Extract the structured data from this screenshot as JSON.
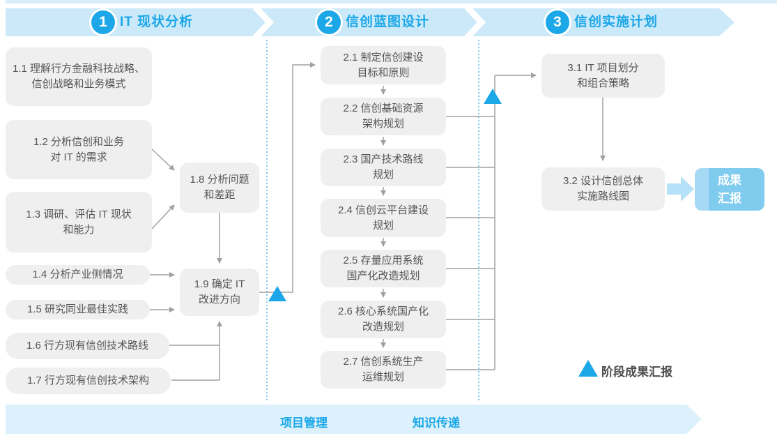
{
  "colors": {
    "accent_blue": "#1BA7E8",
    "header_bar_blue": "#CBE9F8",
    "footer_bar_blue": "#DCF1FB",
    "box_gray": "#EFEFEF",
    "box_text_gray": "#555555",
    "connector_gray": "#9FA0A0",
    "result_box_blue": "#7FCCEF",
    "result_arrow_blue": "#B5E2F8"
  },
  "phases": [
    {
      "number": "1",
      "title": "IT 现状分析"
    },
    {
      "number": "2",
      "title": "信创蓝图设计"
    },
    {
      "number": "3",
      "title": "信创实施计划"
    }
  ],
  "steps": {
    "s1_1": "1.1 理解行方金融科技战略、\n信创战略和业务模式",
    "s1_2": "1.2 分析信创和业务\n对 IT 的需求",
    "s1_3": "1.3 调研、评估 IT 现状\n和能力",
    "s1_4": "1.4 分析产业侧情况",
    "s1_5": "1.5 研究同业最佳实践",
    "s1_6": "1.6 行方现有信创技术路线",
    "s1_7": "1.7 行方现有信创技术架构",
    "s1_8": "1.8 分析问题\n和差距",
    "s1_9": "1.9 确定 IT\n改进方向",
    "s2_1": "2.1 制定信创建设\n目标和原则",
    "s2_2": "2.2 信创基础资源\n架构规划",
    "s2_3": "2.3 国产技术路线\n规划",
    "s2_4": "2.4 信创云平台建设\n规划",
    "s2_5": "2.5 存量应用系统\n国产化改造规划",
    "s2_6": "2.6 核心系统国产化\n改造规划",
    "s2_7": "2.7 信创系统生产\n运维规划",
    "s3_1": "3.1 IT 项目划分\n和组合策略",
    "s3_2": "3.2 设计信创总体\n实施路线图"
  },
  "result": {
    "label": "成果\n汇报"
  },
  "legend": {
    "label": "阶段成果汇报"
  },
  "footer": {
    "left_label": "项目管理",
    "right_label": "知识传递"
  }
}
